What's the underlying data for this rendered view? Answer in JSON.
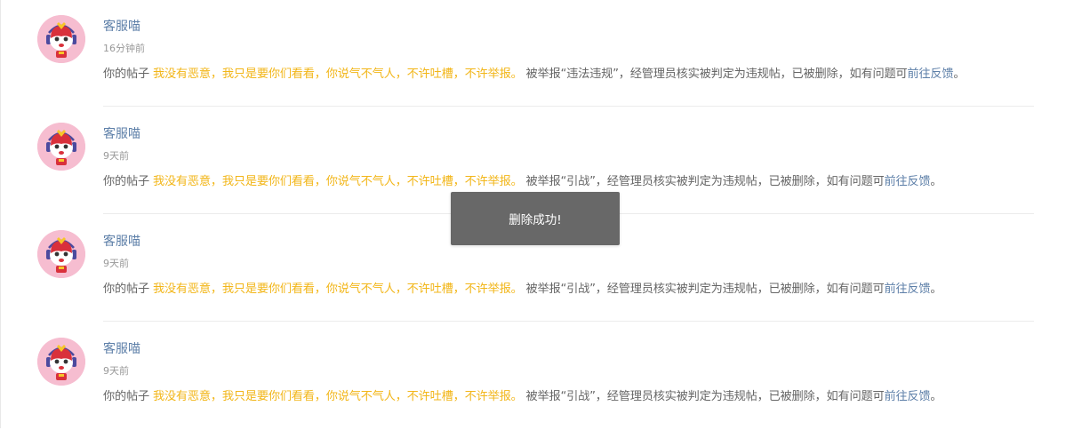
{
  "notices": [
    {
      "name": "客服喵",
      "time": "16分钟前",
      "prefix": "你的帖子 ",
      "post_title": "我没有恶意，我只是要你们看看，你说气不气人，不许吐槽，不许举报。",
      "body": " 被举报“违法违规”，经管理员核实被判定为违规帖，已被删除，如有问题可",
      "link": "前往反馈",
      "suffix": "。"
    },
    {
      "name": "客服喵",
      "time": "9天前",
      "prefix": "你的帖子 ",
      "post_title": "我没有恶意，我只是要你们看看，你说气不气人，不许吐槽，不许举报。",
      "body": " 被举报“引战”，经管理员核实被判定为违规帖，已被删除，如有问题可",
      "link": "前往反馈",
      "suffix": "。"
    },
    {
      "name": "客服喵",
      "time": "9天前",
      "prefix": "你的帖子 ",
      "post_title": "我没有恶意，我只是要你们看看，你说气不气人，不许吐槽，不许举报。",
      "body": " 被举报“引战”，经管理员核实被判定为违规帖，已被删除，如有问题可",
      "link": "前往反馈",
      "suffix": "。"
    },
    {
      "name": "客服喵",
      "time": "9天前",
      "prefix": "你的帖子 ",
      "post_title": "我没有恶意，我只是要你们看看，你说气不气人，不许吐槽，不许举报。",
      "body": " 被举报“引战”，经管理员核实被判定为违规帖，已被删除，如有问题可",
      "link": "前往反馈",
      "suffix": "。"
    }
  ],
  "toast": {
    "message": "删除成功!"
  },
  "colors": {
    "link_blue": "#5d7fa8",
    "post_title_yellow": "#f2b619",
    "toast_bg": "#686868"
  },
  "icons": {
    "avatar": "customer-service-cat-avatar-icon"
  }
}
